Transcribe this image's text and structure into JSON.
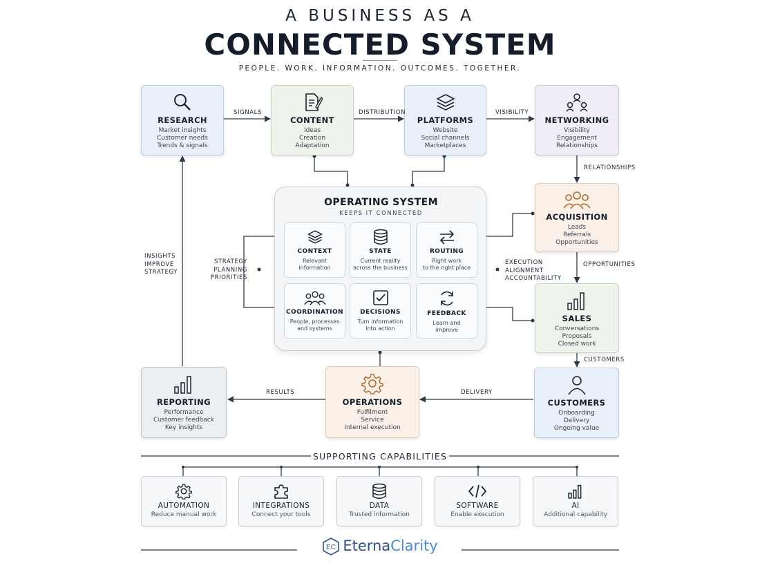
{
  "header": {
    "kicker": "A BUSINESS AS A",
    "title": "CONNECTED SYSTEM",
    "tagline": "PEOPLE. WORK. INFORMATION. OUTCOMES. TOGETHER."
  },
  "nodes": {
    "research": {
      "title": "RESEARCH",
      "lines": [
        "Market insights",
        "Customer needs",
        "Trends & signals"
      ],
      "icon": "search-icon",
      "color": "#e8f1fa"
    },
    "content": {
      "title": "CONTENT",
      "lines": [
        "Ideas",
        "Creation",
        "Adaptation"
      ],
      "icon": "document-edit-icon",
      "color": "#eef4ec"
    },
    "platforms": {
      "title": "PLATFORMS",
      "lines": [
        "Website",
        "Social channels",
        "Marketplaces"
      ],
      "icon": "layers-icon",
      "color": "#e8f1fa"
    },
    "networking": {
      "title": "NETWORKING",
      "lines": [
        "Visibility",
        "Engagement",
        "Relationships"
      ],
      "icon": "network-icon",
      "color": "#f1edf6"
    },
    "acquisition": {
      "title": "ACQUISITION",
      "lines": [
        "Leads",
        "Referrals",
        "Opportunities"
      ],
      "icon": "people-group-icon",
      "color": "#faf0e7"
    },
    "sales": {
      "title": "SALES",
      "lines": [
        "Conversations",
        "Proposals",
        "Closed work"
      ],
      "icon": "bar-chart-icon",
      "color": "#eef4ec"
    },
    "customers": {
      "title": "CUSTOMERS",
      "lines": [
        "Onboarding",
        "Delivery",
        "Ongoing value"
      ],
      "icon": "person-icon",
      "color": "#e8f1fa"
    },
    "operations": {
      "title": "OPERATIONS",
      "lines": [
        "Fulfilment",
        "Service",
        "Internal execution"
      ],
      "icon": "gear-icon",
      "color": "#faf0e7"
    },
    "reporting": {
      "title": "REPORTING",
      "lines": [
        "Performance",
        "Customer feedback",
        "Key insights"
      ],
      "icon": "bar-chart-icon",
      "color": "#eceff2"
    }
  },
  "operating_system": {
    "title": "OPERATING SYSTEM",
    "subtitle": "KEEPS IT CONNECTED",
    "cells": [
      {
        "name": "CONTEXT",
        "lines": [
          "Relevant",
          "information"
        ],
        "icon": "layers-icon"
      },
      {
        "name": "STATE",
        "lines": [
          "Current reality",
          "across the business"
        ],
        "icon": "database-icon"
      },
      {
        "name": "ROUTING",
        "lines": [
          "Right work",
          "to the right place"
        ],
        "icon": "arrows-swap-icon"
      },
      {
        "name": "COORDINATION",
        "lines": [
          "People, processes",
          "and systems"
        ],
        "icon": "people-group-icon"
      },
      {
        "name": "DECISIONS",
        "lines": [
          "Turn information",
          "into action"
        ],
        "icon": "checkbox-icon"
      },
      {
        "name": "FEEDBACK",
        "lines": [
          "Learn and",
          "improve"
        ],
        "icon": "refresh-icon"
      }
    ]
  },
  "edge_labels": {
    "signals": "SIGNALS",
    "distribution": "DISTRIBUTION",
    "visibility": "VISIBILITY",
    "relationships": "RELATIONSHIPS",
    "opportunities": "OPPORTUNITIES",
    "customers": "CUSTOMERS",
    "delivery": "DELIVERY",
    "results": "RESULTS",
    "insights": [
      "INSIGHTS",
      "IMPROVE",
      "STRATEGY"
    ],
    "strategy": [
      "STRATEGY",
      "PLANNING",
      "PRIORITIES"
    ],
    "execution": [
      "EXECUTION",
      "ALIGNMENT",
      "ACCOUNTABILITY"
    ]
  },
  "supporting": {
    "title": "SUPPORTING CAPABILITIES",
    "items": [
      {
        "name": "AUTOMATION",
        "desc": "Reduce manual work",
        "icon": "gear-icon"
      },
      {
        "name": "INTEGRATIONS",
        "desc": "Connect your tools",
        "icon": "puzzle-icon"
      },
      {
        "name": "DATA",
        "desc": "Trusted information",
        "icon": "database-icon"
      },
      {
        "name": "SOFTWARE",
        "desc": "Enable execution",
        "icon": "code-icon"
      },
      {
        "name": "AI",
        "desc": "Additional capability",
        "icon": "bar-chart-icon"
      }
    ]
  },
  "brand": {
    "part1": "Eterna",
    "part2": "Clarity",
    "logo_text": "EC",
    "color_dark": "#2c4f8f",
    "color_light": "#4a8ed6"
  }
}
